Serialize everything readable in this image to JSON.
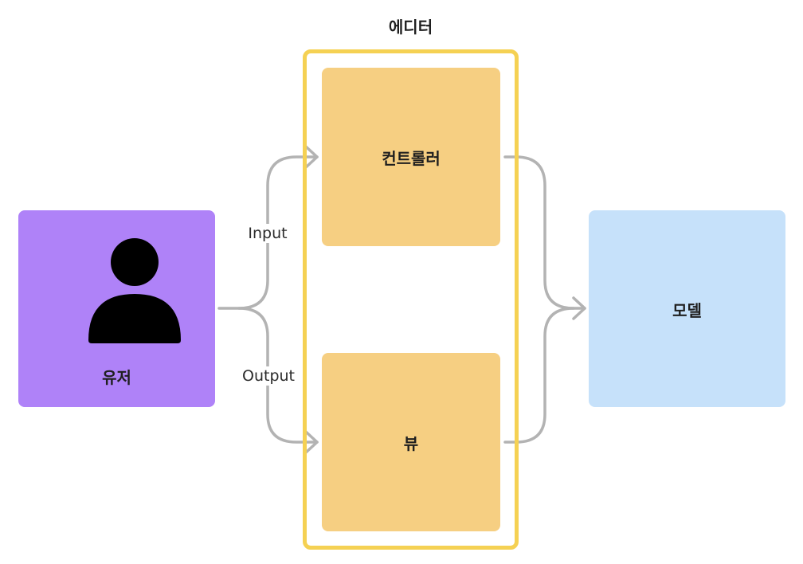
{
  "editor": {
    "title": "에디터"
  },
  "nodes": {
    "user": {
      "label": "유저",
      "color": "#af82f8",
      "icon": "person-icon"
    },
    "controller": {
      "label": "컨트롤러",
      "color": "#f6cf82"
    },
    "view": {
      "label": "뷰",
      "color": "#f6cf82"
    },
    "model": {
      "label": "모델",
      "color": "#c6e1fa"
    }
  },
  "edges": {
    "input_label": "Input",
    "output_label": "Output"
  },
  "colors": {
    "editor_border": "#f5d153",
    "connector": "#b3b3b3"
  }
}
